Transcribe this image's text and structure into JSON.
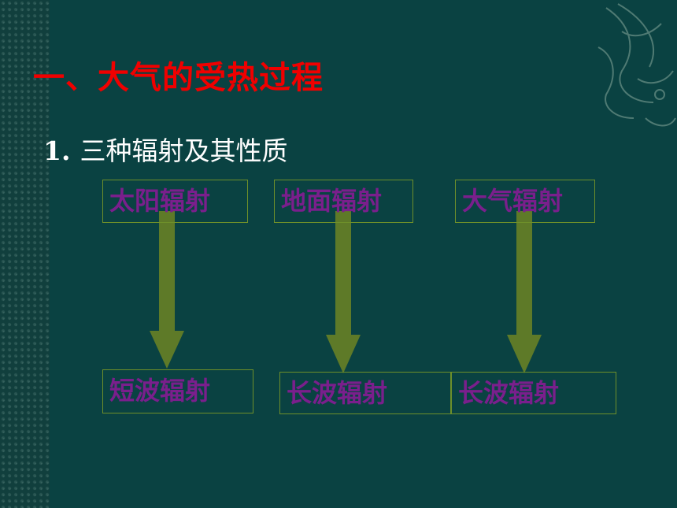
{
  "slide": {
    "title": "一、大气的受热过程",
    "section_number": "1.",
    "section_title": "三种辐射及其性质"
  },
  "diagram": {
    "sources": [
      "太阳辐射",
      "地面辐射",
      "大气辐射"
    ],
    "results": [
      "短波辐射",
      "长波辐射",
      "长波辐射"
    ],
    "colors": {
      "arrow": "#5e7a28",
      "box_text": "#7a1f8c",
      "box_border": "#6e8f2a",
      "title": "#f00000"
    }
  }
}
